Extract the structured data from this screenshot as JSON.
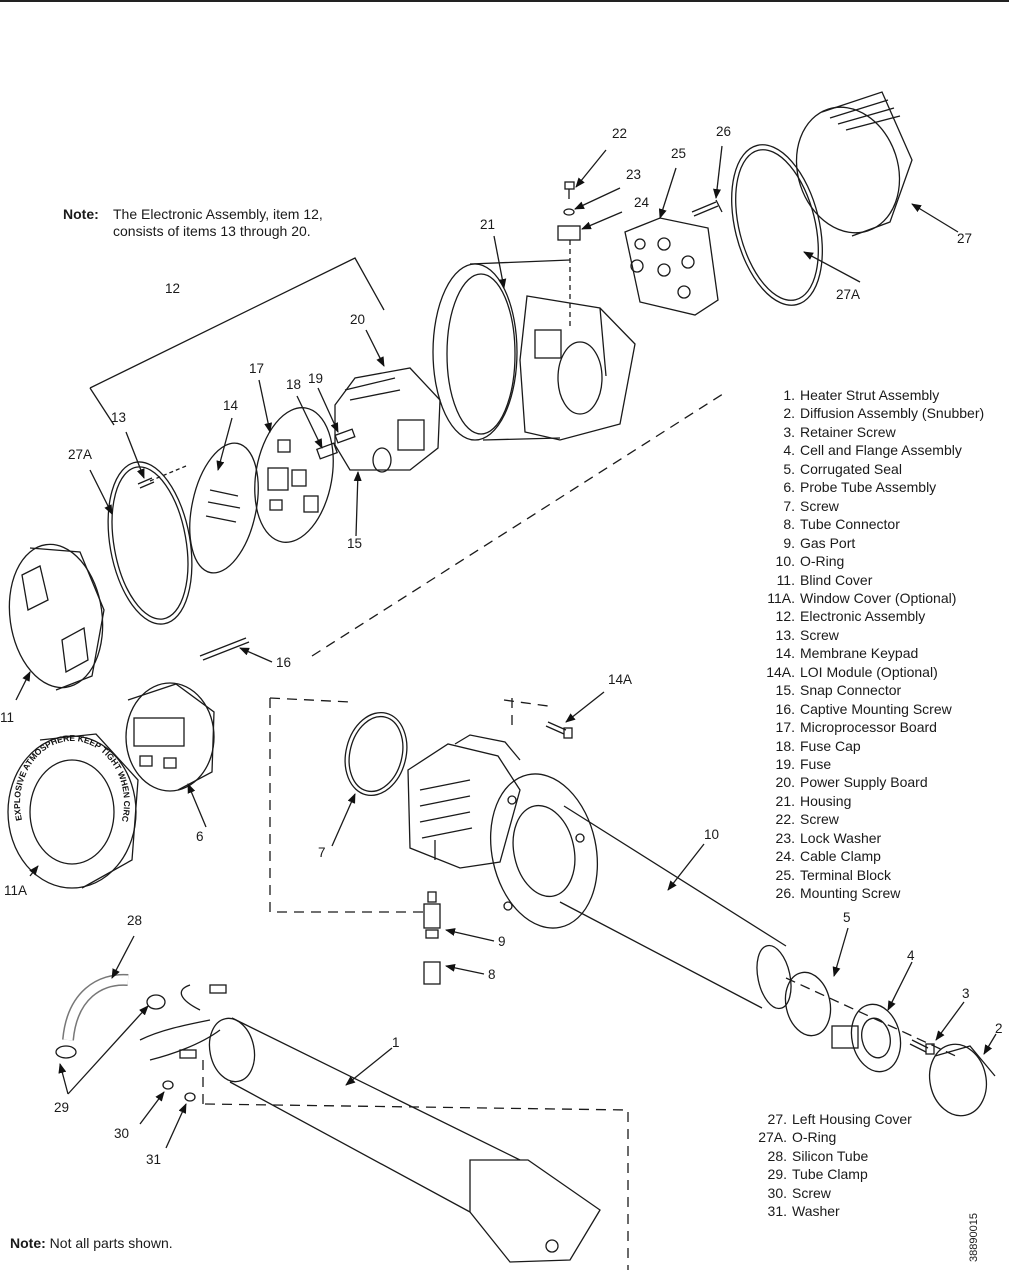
{
  "notes": {
    "top_label": "Note:",
    "top_line1": "The Electronic Assembly, item 12,",
    "top_line2": "consists of items 13 through 20.",
    "bottom_label": "Note:",
    "bottom_text": "Not all parts shown."
  },
  "callouts": [
    "22",
    "23",
    "24",
    "25",
    "26",
    "27",
    "21",
    "27A",
    "12",
    "20",
    "17",
    "18",
    "19",
    "14",
    "13",
    "27A",
    "15",
    "11",
    "16",
    "14A",
    "7",
    "10",
    "6",
    "11A",
    "9",
    "8",
    "28",
    "5",
    "4",
    "3",
    "2",
    "1",
    "29",
    "30",
    "31"
  ],
  "legend_top": [
    {
      "num": "1.",
      "text": "Heater Strut Assembly"
    },
    {
      "num": "2.",
      "text": "Diffusion Assembly (Snubber)"
    },
    {
      "num": "3.",
      "text": "Retainer Screw"
    },
    {
      "num": "4.",
      "text": "Cell and Flange Assembly"
    },
    {
      "num": "5.",
      "text": "Corrugated Seal"
    },
    {
      "num": "6.",
      "text": "Probe Tube Assembly"
    },
    {
      "num": "7.",
      "text": "Screw"
    },
    {
      "num": "8.",
      "text": "Tube Connector"
    },
    {
      "num": "9.",
      "text": "Gas Port"
    },
    {
      "num": "10.",
      "text": "O-Ring"
    },
    {
      "num": "11.",
      "text": "Blind Cover"
    },
    {
      "num": "11A.",
      "text": "Window Cover (Optional)"
    },
    {
      "num": "12.",
      "text": "Electronic Assembly"
    },
    {
      "num": "13.",
      "text": "Screw"
    },
    {
      "num": "14.",
      "text": "Membrane Keypad"
    },
    {
      "num": "14A.",
      "text": "LOI Module (Optional)"
    },
    {
      "num": "15.",
      "text": "Snap Connector"
    },
    {
      "num": "16.",
      "text": "Captive Mounting Screw"
    },
    {
      "num": "17.",
      "text": "Microprocessor Board"
    },
    {
      "num": "18.",
      "text": "Fuse Cap"
    },
    {
      "num": "19.",
      "text": "Fuse"
    },
    {
      "num": "20.",
      "text": "Power Supply Board"
    },
    {
      "num": "21.",
      "text": "Housing"
    },
    {
      "num": "22.",
      "text": "Screw"
    },
    {
      "num": "23.",
      "text": "Lock Washer"
    },
    {
      "num": "24.",
      "text": "Cable Clamp"
    },
    {
      "num": "25.",
      "text": "Terminal Block"
    },
    {
      "num": "26.",
      "text": "Mounting Screw"
    }
  ],
  "legend_bottom": [
    {
      "num": "27.",
      "text": "Left Housing Cover"
    },
    {
      "num": "27A.",
      "text": "O-Ring"
    },
    {
      "num": "28.",
      "text": "Silicon Tube"
    },
    {
      "num": "29.",
      "text": "Tube Clamp"
    },
    {
      "num": "30.",
      "text": "Screw"
    },
    {
      "num": "31.",
      "text": "Washer"
    }
  ],
  "cover_text": {
    "blind_cover": "",
    "window_cover": "EXPLOSIVE ATMOSPHERE KEEP TIGHT WHEN CIRCUIT ALIVE"
  },
  "figure_id": "38890015"
}
